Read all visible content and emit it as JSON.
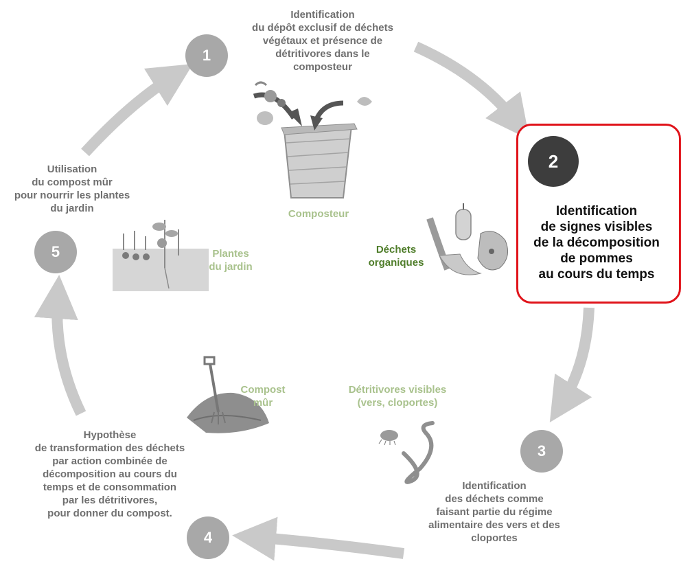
{
  "colors": {
    "arrow": "#c9c9c9",
    "circle_inactive": "#a8a8a8",
    "circle_active": "#3d3d3d",
    "highlight_border": "#e0131a",
    "step_text": "#6f6f6f",
    "active_text": "#111111",
    "label_pale_green": "#a9c28d",
    "label_dark_green": "#4f7d2a"
  },
  "steps": [
    {
      "number": "1",
      "text": "Identification\ndu dépôt exclusif de déchets\nvégétaux et présence de\ndétritivores dans le\ncomposteur"
    },
    {
      "number": "2",
      "text": "Identification\nde signes visibles\nde la décomposition\nde pommes\nau cours du temps"
    },
    {
      "number": "3",
      "text": "Identification\ndes déchets comme\nfaisant partie du régime\nalimentaire des vers et des\ncloportes"
    },
    {
      "number": "4",
      "text": "Hypothèse\nde transformation des déchets\npar action combinée de\ndécomposition au cours du\ntemps et de consommation\npar les détritivores,\npour donner du compost."
    },
    {
      "number": "5",
      "text": "Utilisation\ndu compost mûr\npour nourrir les plantes\ndu jardin"
    }
  ],
  "illustrations": {
    "composteur": "Composteur",
    "dechets": "Déchets\norganiques",
    "detritivores": "Détritivores visibles\n(vers, cloportes)",
    "compost": "Compost\nmûr",
    "plantes": "Plantes\ndu jardin"
  }
}
